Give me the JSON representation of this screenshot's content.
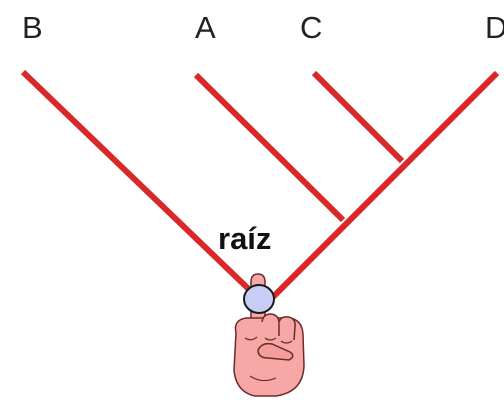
{
  "taxa": {
    "b": "B",
    "a": "A",
    "c": "C",
    "d": "D"
  },
  "root_label": "raíz",
  "colors": {
    "branch": "#d8282a",
    "root_node_fill": "#c7cdf5",
    "root_node_stroke": "#1a1a1a",
    "hand_fill": "#f7a8a6",
    "hand_stroke": "#6b2a2a"
  },
  "icons": {
    "hand": "pointing-hand-icon"
  }
}
